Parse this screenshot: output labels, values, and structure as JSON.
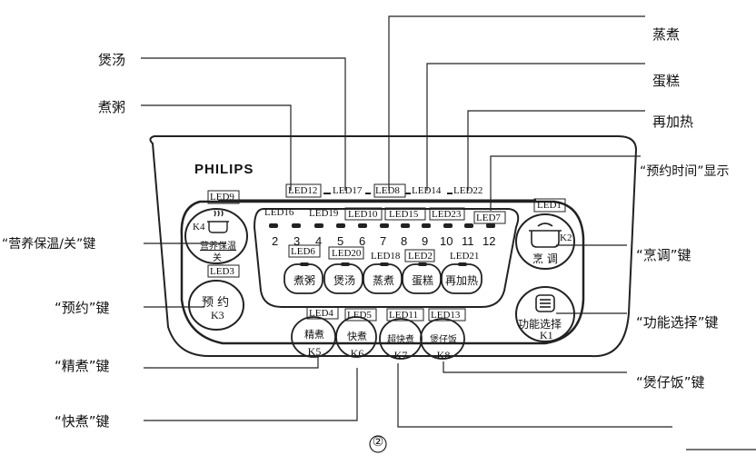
{
  "brand": "PHILIPS",
  "page_number": "②",
  "callouts": {
    "zhengzhu": "蒸煮",
    "baotang": "煲汤",
    "dangao": "蛋糕",
    "zhuzhou": "煮粥",
    "zaijiare": "再加热",
    "yuyue_time": "“预约时间”显示",
    "yingyang_key": "“营养保温/关”键",
    "pengtiao_key": "“烹调”键",
    "yuyue_key": "“预约”键",
    "gongneng_key": "“功能选择”键",
    "jingzhu_key": "“精煮”键",
    "baozaifan_key": "“煲仔饭”键",
    "kuaizhu_key": "“快煮”键"
  },
  "top_leds": [
    "LED12",
    "LED17",
    "LED8",
    "LED14",
    "LED22"
  ],
  "led_labels": {
    "led9": "LED9",
    "led1": "LED1",
    "led16": "LED16",
    "led19": "LED19",
    "led10": "LED10",
    "led15": "LED15",
    "led23": "LED23",
    "led7": "LED7",
    "led6": "LED6",
    "led20": "LED20",
    "led18": "LED18",
    "led2": "LED2",
    "led21": "LED21",
    "led3": "LED3",
    "led4": "LED4",
    "led5": "LED5",
    "led11": "LED11",
    "led13": "LED13"
  },
  "hours": [
    "2",
    "3",
    "4",
    "5",
    "6",
    "7",
    "8",
    "9",
    "10",
    "11",
    "12"
  ],
  "menu_buttons": [
    "煮粥",
    "煲汤",
    "蒸煮",
    "蛋糕",
    "再加热"
  ],
  "bottom_buttons": [
    {
      "label": "精煮",
      "key": "K5"
    },
    {
      "label": "快煮",
      "key": "K6"
    },
    {
      "label": "超快煮",
      "key": "K7"
    },
    {
      "label": "煲仔饭",
      "key": "K8"
    }
  ],
  "keys": {
    "k4_key": "K4",
    "k4_label1": "营养保温",
    "k4_label2": "关",
    "k3_label": "预 约",
    "k3_key": "K3",
    "k2_label": "烹 调",
    "k2_key": "K2",
    "k1_label": "功能选择",
    "k1_key": "K1"
  }
}
